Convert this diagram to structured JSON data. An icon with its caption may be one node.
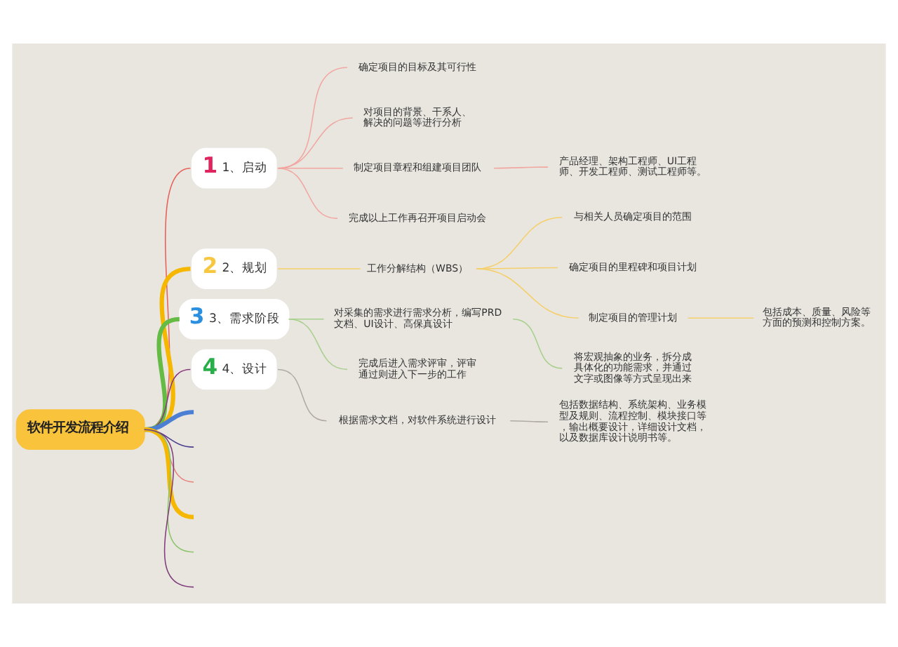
{
  "diagram": {
    "nodes": [
      {
        "text": [
          "软件开发流程介绍"
        ]
      },
      {
        "text": [
          "1",
          "1、启动"
        ]
      },
      {
        "text": [
          "确定项目的目标及其可行性"
        ]
      },
      {
        "text": [
          "对项目的背景、干系人、解决的问题等进行分析"
        ]
      },
      {
        "text": [
          "制定项目章程和组建项目团队"
        ]
      },
      {
        "text": [
          "产品经理、架构工程师、UI工程师、开发工程师、测试工程师等。"
        ]
      },
      {
        "text": [
          "完成以上工作再召开项目启动会"
        ]
      },
      {
        "text": [
          "2",
          "2、规划"
        ]
      },
      {
        "text": [
          "工作分解结构（WBS）"
        ]
      },
      {
        "text": [
          "与相关人员确定项目的范围"
        ]
      },
      {
        "text": [
          "确定项目的里程碑和项目计划"
        ]
      },
      {
        "text": [
          "制定项目的管理计划"
        ]
      },
      {
        "text": [
          "包括成本、质量、风险等方面的预测和控制方案。"
        ]
      },
      {
        "text": [
          "3",
          "3、需求阶段"
        ]
      },
      {
        "text": [
          "对采集的需求进行需求分析，编写PRD文档、UI设计、高保真设计"
        ]
      },
      {
        "text": [
          "将宏观抽象的业务，拆分成具体化的功能需求，并通过文字或图像等方式呈现出来"
        ]
      },
      {
        "text": [
          "完成后进入需求评审，评审通过则进入下一步的工作"
        ]
      },
      {
        "text": [
          "4",
          "4、设计"
        ]
      },
      {
        "text": [
          "根据需求文档，对软件系统进行设计"
        ]
      },
      {
        "text": [
          "包括数据结构、系统架构、业务模型及规则、流程控制、模块接口等，输出概要设计，详细设计文档，以及数据库设计说明书等。"
        ]
      }
    ],
    "edges": [
      {
        "from": 0,
        "to": 1,
        "arrow": "none",
        "color": "#e8605a"
      },
      {
        "from": 1,
        "to": 2,
        "arrow": "none",
        "color": "#f2a6a0"
      },
      {
        "from": 1,
        "to": 3,
        "arrow": "none",
        "color": "#f2a6a0"
      },
      {
        "from": 1,
        "to": 4,
        "arrow": "none",
        "color": "#f2a6a0"
      },
      {
        "from": 4,
        "to": 5,
        "arrow": "none",
        "color": "#f2a6a0"
      },
      {
        "from": 1,
        "to": 6,
        "arrow": "none",
        "color": "#f2a6a0"
      },
      {
        "from": 0,
        "to": 7,
        "arrow": "none",
        "style": "thick",
        "color": "#f5b700"
      },
      {
        "from": 7,
        "to": 8,
        "arrow": "none",
        "color": "#f5cf6a"
      },
      {
        "from": 8,
        "to": 9,
        "arrow": "none",
        "color": "#f5cf6a"
      },
      {
        "from": 8,
        "to": 10,
        "arrow": "none",
        "color": "#f5cf6a"
      },
      {
        "from": 8,
        "to": 11,
        "arrow": "none",
        "color": "#f5cf6a"
      },
      {
        "from": 11,
        "to": 12,
        "arrow": "none",
        "color": "#f5cf6a"
      },
      {
        "from": 0,
        "to": 13,
        "arrow": "none",
        "style": "thick",
        "color": "#66bb44"
      },
      {
        "from": 13,
        "to": 14,
        "arrow": "none",
        "color": "#a8d08d"
      },
      {
        "from": 14,
        "to": 15,
        "arrow": "none",
        "color": "#a8d08d"
      },
      {
        "from": 13,
        "to": 16,
        "arrow": "none",
        "color": "#a8d08d"
      },
      {
        "from": 0,
        "to": 17,
        "arrow": "none",
        "color": "#8b3a7e"
      },
      {
        "from": 17,
        "to": 18,
        "arrow": "none"
      },
      {
        "from": 18,
        "to": 19,
        "arrow": "none"
      },
      {
        "from": 0,
        "to": null,
        "arrow": "none",
        "color": "#7e3f7a"
      },
      {
        "from": 0,
        "to": null,
        "arrow": "none",
        "color": "#8cc56a"
      },
      {
        "from": 0,
        "to": null,
        "arrow": "none",
        "style": "thick",
        "color": "#f5b700"
      },
      {
        "from": 0,
        "to": null,
        "arrow": "none",
        "color": "#e8827a"
      },
      {
        "from": 0,
        "to": null,
        "arrow": "none",
        "color": "#4c3f8f"
      },
      {
        "from": 0,
        "to": null,
        "arrow": "none",
        "style": "thick",
        "color": "#4a7fd4"
      }
    ]
  }
}
